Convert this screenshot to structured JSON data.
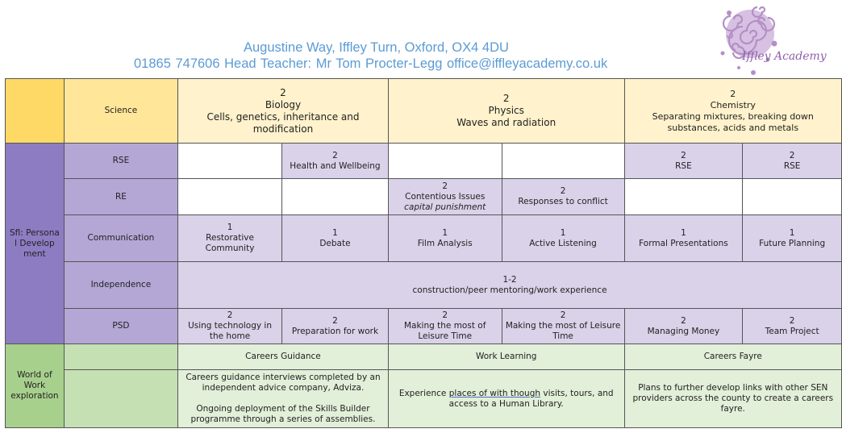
{
  "header": {
    "address_line": "Augustine Way, Iffley Turn, Oxford, OX4 4DU",
    "contact_line": "01865 747606   Head Teacher: Mr Tom Procter-Legg   office@iffleyacademy.co.uk",
    "logo_text": "Iffley Academy",
    "logo_color": "#b48fc6"
  },
  "science": {
    "label": "Science",
    "biology": {
      "num": "2",
      "title": "Biology",
      "desc": "Cells, genetics, inheritance and modification"
    },
    "physics": {
      "num": "2",
      "title": "Physics",
      "desc": "Waves and radiation"
    },
    "chemistry": {
      "num": "2",
      "title": "Chemistry",
      "desc": "Separating mixtures, breaking down substances, acids and metals"
    }
  },
  "sfl": {
    "label": "Sfl: Persona l Develop ment",
    "rse": {
      "label": "RSE",
      "c2_num": "2",
      "c2": "Health and Wellbeing",
      "c5_num": "2",
      "c5": "RSE",
      "c6_num": "2",
      "c6": "RSE"
    },
    "re": {
      "label": "RE",
      "c3_num": "2",
      "c3": "Contentious Issues",
      "c3_sub": "capital punishment",
      "c4_num": "2",
      "c4": "Responses to conflict"
    },
    "communication": {
      "label": "Communication",
      "cells": [
        {
          "num": "1",
          "text": "Restorative Community"
        },
        {
          "num": "1",
          "text": "Debate"
        },
        {
          "num": "1",
          "text": "Film Analysis"
        },
        {
          "num": "1",
          "text": "Active Listening"
        },
        {
          "num": "1",
          "text": "Formal Presentations"
        },
        {
          "num": "1",
          "text": "Future Planning"
        }
      ]
    },
    "independence": {
      "label": "Independence",
      "num": "1-2",
      "text": "construction/peer mentoring/work experience"
    },
    "psd": {
      "label": "PSD",
      "cells": [
        {
          "num": "2",
          "text": "Using technology in the home"
        },
        {
          "num": "2",
          "text": "Preparation for work"
        },
        {
          "num": "2",
          "text": "Making the most of Leisure Time"
        },
        {
          "num": "2",
          "text": "Making the most of Leisure Time"
        },
        {
          "num": "2",
          "text": "Managing Money"
        },
        {
          "num": "2",
          "text": "Team Project"
        }
      ]
    }
  },
  "work": {
    "label": "World of Work exploration",
    "titles": [
      "Careers Guidance",
      "Work Learning",
      "Careers Fayre"
    ],
    "guidance_p1": "Careers guidance interviews completed by an independent advice company, Adviza.",
    "guidance_p2": "Ongoing deployment of the Skills Builder programme through a series of assemblies.",
    "learning_a": "Experience ",
    "learning_ul": "places of with though",
    "learning_b": " visits, tours, and access to a Human Library.",
    "fayre": "Plans to further develop links with other SEN providers across the county  to create a careers fayre."
  }
}
